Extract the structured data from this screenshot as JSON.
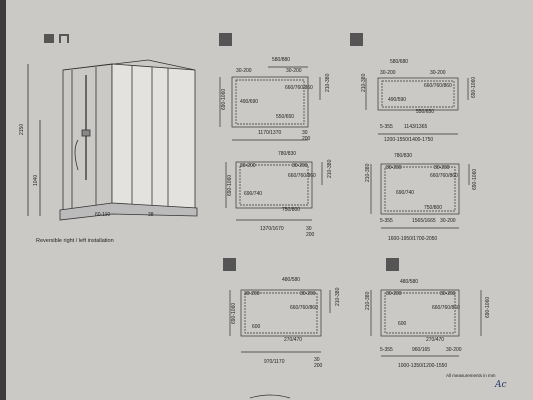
{
  "perspective": {
    "total_height": "2150",
    "mixer_height": "1040",
    "base_depth": "60-110",
    "base_height": "38"
  },
  "caption": "Reversible right / left installation",
  "plans": [
    {
      "top_width": "580/880",
      "side_gap": "30-200",
      "door": "490/690",
      "panel": "660/760/860",
      "opening": "550/650",
      "total_width": "1170/1370",
      "offset_a": "30",
      "offset_b": "200",
      "depth": "690-1060",
      "side_depth": "210-380"
    },
    {
      "top_width": "580/680",
      "side_gap": "30-200",
      "door": "490/590",
      "panel": "660/760/860",
      "opening": "550/650",
      "bottom_gap": "5-355",
      "middle": "1143/1365",
      "total_width": "1200-1550/1400-1750",
      "side_depth": "210-380",
      "depth": "690-1060"
    },
    {
      "top_width": "780/830",
      "side_gap": "30-200",
      "door": "690/740",
      "panel": "660/760/860",
      "opening": "750/800",
      "total_width": "1370/1670",
      "offset_a": "30",
      "offset_b": "200",
      "depth": "690-1060",
      "side_depth": "210-380"
    },
    {
      "top_width": "780/830",
      "side_gap": "30-200",
      "door": "690/740",
      "panel": "660/760/860",
      "opening": "750/800",
      "bottom_gap": "5-355",
      "middle": "1565/1665",
      "right_offset": "30-200",
      "total_width": "1600-1950/1700-2050",
      "side_depth": "210-380",
      "depth": "690-1060"
    },
    {
      "top_width": "480/580",
      "side_gap": "30-200",
      "door": "600",
      "panel": "660/760/860",
      "opening": "270/470",
      "total_width": "970/1170",
      "offset_a": "30",
      "offset_b": "200",
      "depth": "690-1060",
      "side_depth": "210-380"
    },
    {
      "top_width": "480/580",
      "side_gap": "30-200",
      "door": "600",
      "panel": "660/760/860",
      "opening": "270/470",
      "bottom_gap": "5-355",
      "middle": "960/165",
      "right_offset": "30-200",
      "total_width": "1000-1350/1200-1550",
      "side_depth": "210-380",
      "depth": "690-1060"
    }
  ],
  "footnote": "All measurements in mm",
  "handwritten": "Ac"
}
